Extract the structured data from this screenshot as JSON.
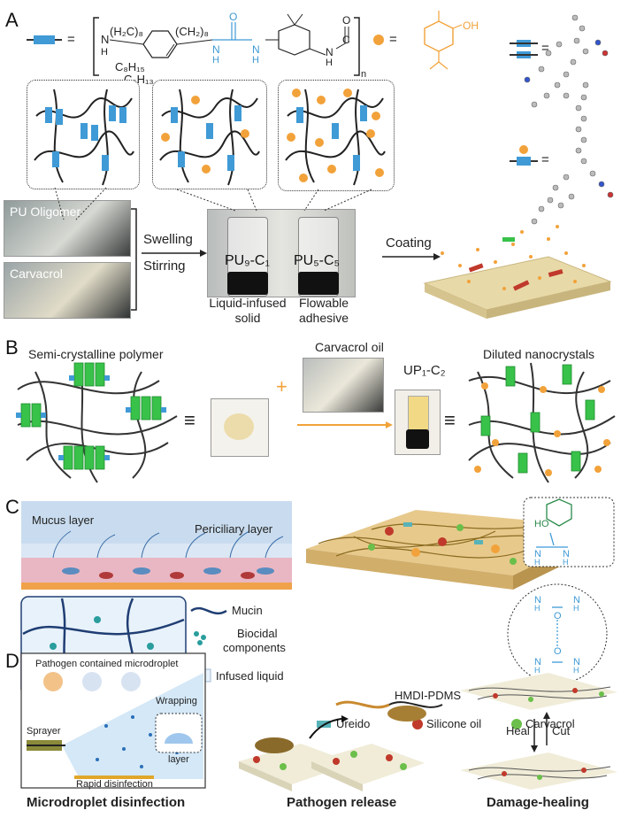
{
  "panelA": {
    "letter": "A",
    "formula": {
      "eq1": "=",
      "h_left": "H",
      "n_left": "N",
      "ch2_left": "(H₂C)₈",
      "ch2_right": "(CH₂)₈",
      "c8": "C₈H₁₅",
      "c6": "C₆H₁₃",
      "nh1_n": "N",
      "nh1_h": "H",
      "nh2_n": "N",
      "nh2_h": "H",
      "nh3_n": "N",
      "nh3_h": "H",
      "o1": "O",
      "o2": "O",
      "c": "C",
      "n_sub": "n",
      "eq2": "=",
      "oh": "OH",
      "eq3": "=",
      "eq4": "="
    },
    "photo_labels": {
      "oligomer": "PU Oligomer",
      "carvacrol": "Carvacrol"
    },
    "process": {
      "swelling": "Swelling",
      "stirring": "Stirring",
      "coating": "Coating"
    },
    "vials": [
      {
        "label": "PU₉-C₁",
        "caption1": "Liquid-infused",
        "caption2": "solid"
      },
      {
        "label": "PU₅-C₅",
        "caption1": "Flowable",
        "caption2": "adhesive"
      }
    ]
  },
  "panelB": {
    "letter": "B",
    "left_title": "Semi-crystalline polymer",
    "oil_label": "Carvacrol oil",
    "plus": "+",
    "vial_label": "UP₁-C₂",
    "right_title": "Diluted nanocrystals",
    "equiv1": "≡",
    "equiv2": "≡"
  },
  "panelC": {
    "letter": "C",
    "mucus": "Mucus layer",
    "periciliary": "Periciliary layer",
    "legend_mucin": "Mucin",
    "legend_biocidal1": "Biocidal",
    "legend_biocidal2": "components",
    "legend_infused": "Infused liquid",
    "hmdi": "HMDI-PDMS",
    "ureido": "Ureido",
    "silicone": "Silicone oil",
    "carvacrol": "Carvacrol",
    "ho": "HO",
    "nh_n1": "N",
    "nh_h1": "H",
    "nh_n2": "N",
    "nh_h2": "H",
    "o_top": "O",
    "o_bot": "O",
    "dimer_n1": "N",
    "dimer_h1": "H",
    "dimer_n2": "N",
    "dimer_h2": "H",
    "dimer_n3": "N",
    "dimer_h3": "H",
    "dimer_n4": "N",
    "dimer_h4": "H"
  },
  "panelD": {
    "letter": "D",
    "box_title": "Pathogen contained microdroplet",
    "sprayer": "Sprayer",
    "rapid": "Rapid disinfection",
    "wrapping1": "Wrapping",
    "wrapping2": "layer",
    "heal": "Heal",
    "cut": "Cut",
    "cap1": "Microdroplet disinfection",
    "cap2": "Pathogen release",
    "cap3": "Damage-healing"
  },
  "colors": {
    "blue": "#3f9ad6",
    "orange": "#f2a23a",
    "green": "#38c24a",
    "red": "#c0392b",
    "yellow": "#e8d9a8"
  }
}
